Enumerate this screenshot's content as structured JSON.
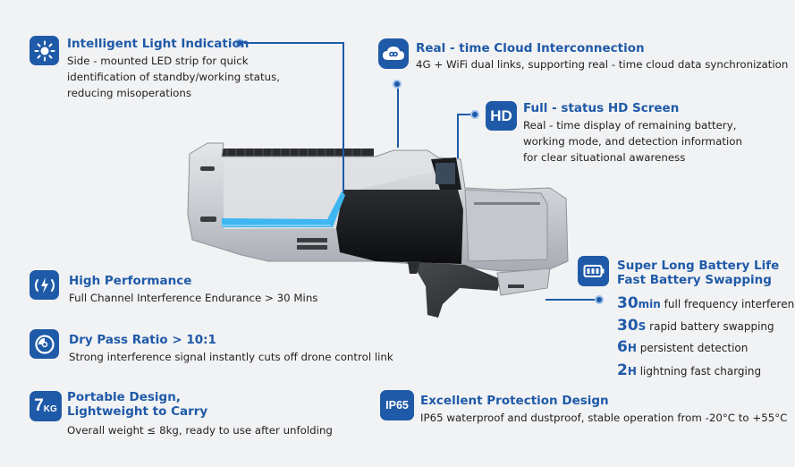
{
  "features": {
    "light": {
      "title": "Intelligent Light Indication",
      "desc": [
        "Side - mounted LED strip for quick",
        "identification of standby/working status,",
        "reducing misoperations"
      ]
    },
    "cloud": {
      "title": "Real - time Cloud Interconnection",
      "desc": "4G + WiFi dual links, supporting real - time cloud data synchronization"
    },
    "screen": {
      "badge": "HD",
      "title": "Full - status HD Screen",
      "desc": [
        "Real - time display of remaining battery,",
        "working mode, and detection information",
        "for clear situational awareness"
      ]
    },
    "performance": {
      "title": "High Performance",
      "desc": "Full Channel Interference Endurance > 30 Mins"
    },
    "drypass": {
      "title": "Dry Pass Ratio > 10:1",
      "desc": "Strong interference signal instantly cuts off drone control link"
    },
    "portable": {
      "badge_value": "7",
      "badge_unit": "KG",
      "title": [
        "Portable Design,",
        "Lightweight to Carry"
      ],
      "desc": "Overall weight ≤ 8kg, ready to use after unfolding"
    },
    "protection": {
      "badge": "IP65",
      "title": "Excellent Protection Design",
      "desc": "IP65 waterproof and dustproof, stable operation from -20°C to +55°C"
    },
    "battery": {
      "title": [
        "Super Long Battery Life",
        "Fast Battery Swapping"
      ],
      "items": [
        {
          "value": "30",
          "unit": "min",
          "text": "full frequency interference"
        },
        {
          "value": "30",
          "unit": "S",
          "text": "rapid battery swapping"
        },
        {
          "value": "6",
          "unit": "H",
          "text": "persistent detection"
        },
        {
          "value": "2",
          "unit": "H",
          "text": "lightning fast charging"
        }
      ]
    }
  },
  "colors": {
    "accent": "#1f5aa8",
    "background": "#f1f2f4",
    "led": "#3fb6f0"
  }
}
